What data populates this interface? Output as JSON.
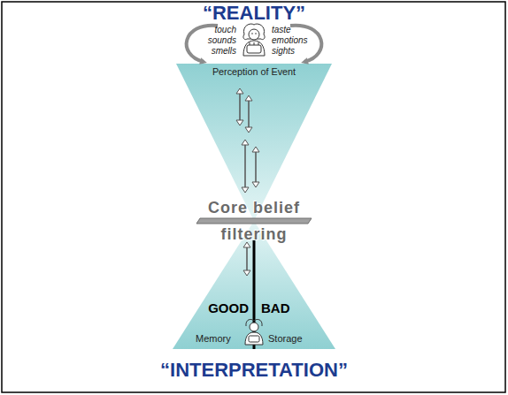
{
  "diagram": {
    "title": "“REALITY”",
    "caption": "“INTERPRETATION”",
    "nodes": [
      {
        "text": [
          "Perception of Event"
        ]
      },
      {
        "text": [
          "GOOD",
          "BAD",
          "Memory",
          "Storage"
        ]
      }
    ],
    "labels": [
      "touch",
      "sounds",
      "smells",
      "taste",
      "emotions",
      "sights",
      "Core belief filtering"
    ]
  }
}
